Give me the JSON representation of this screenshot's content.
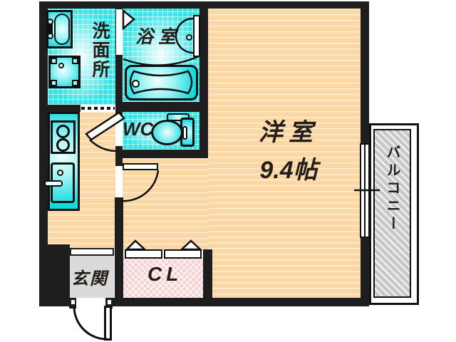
{
  "floorplan": {
    "rooms": {
      "washroom": {
        "label": "洗面所"
      },
      "bathroom": {
        "label": "浴室"
      },
      "toilet": {
        "label": "WC"
      },
      "main_room": {
        "label": "洋室",
        "size": "9.4帖"
      },
      "balcony": {
        "label": "バルコニー"
      },
      "entrance": {
        "label": "玄関"
      },
      "closet": {
        "label": "CL"
      }
    },
    "colors": {
      "wall": "#1E1E1E",
      "wet_area_tile": "#35E2E4",
      "room_floor": "#FBD8A3",
      "closet_floor": "#F5D2D2",
      "entrance_floor": "#DADADA",
      "balcony_floor": "#C9C9C9"
    }
  }
}
